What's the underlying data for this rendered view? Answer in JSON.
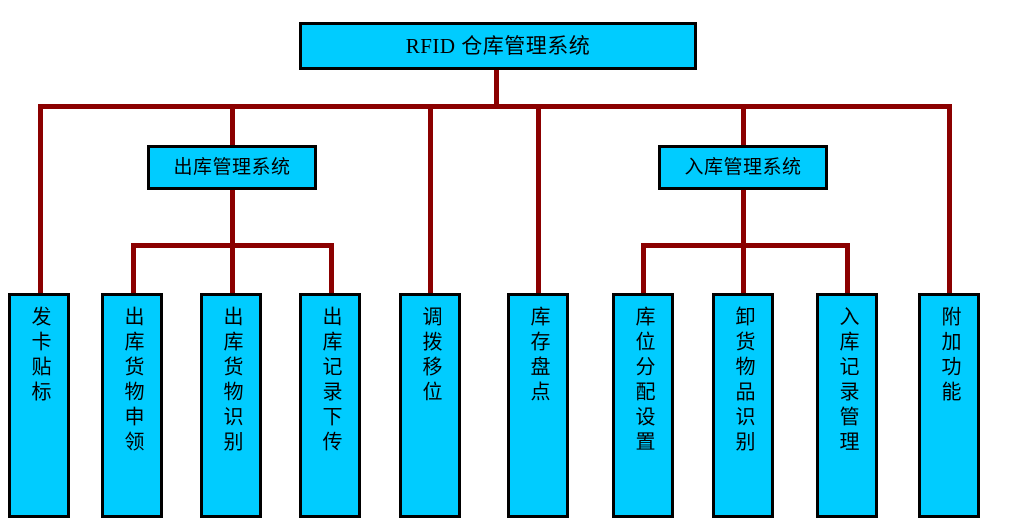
{
  "diagram": {
    "title": "RFID 仓库管理系统",
    "type": "hierarchy-tree",
    "colors": {
      "node_fill": "#00CCFF",
      "node_border": "#000000",
      "connector": "#8B0000",
      "background": "#FFFFFF",
      "text": "#000000"
    },
    "root": {
      "label": "RFID 仓库管理系统"
    },
    "level2": {
      "outbound": {
        "label": "出库管理系统"
      },
      "inbound": {
        "label": "入库管理系统"
      }
    },
    "leaves": [
      {
        "label": "发卡贴标",
        "parent": "root"
      },
      {
        "label": "出库货物申领",
        "parent": "outbound"
      },
      {
        "label": "出库货物识别",
        "parent": "outbound"
      },
      {
        "label": "出库记录下传",
        "parent": "outbound"
      },
      {
        "label": "调拨移位",
        "parent": "root"
      },
      {
        "label": "库存盘点",
        "parent": "root"
      },
      {
        "label": "库位分配设置",
        "parent": "inbound"
      },
      {
        "label": "卸货物品识别",
        "parent": "inbound"
      },
      {
        "label": "入库记录管理",
        "parent": "inbound"
      },
      {
        "label": "附加功能",
        "parent": "root"
      }
    ]
  }
}
